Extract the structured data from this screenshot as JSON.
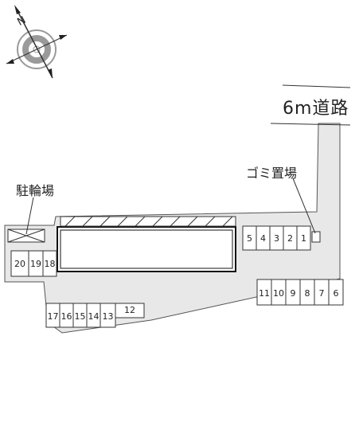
{
  "labels": {
    "road": "6m道路",
    "trash": "ゴミ置場",
    "bicycle": "駐輪場"
  },
  "compass": {
    "north_label": "N"
  },
  "parking_slots": {
    "right_top": [
      "5",
      "4",
      "3",
      "2",
      "1"
    ],
    "right_bottom": [
      "11",
      "10",
      "9",
      "8",
      "7",
      "6"
    ],
    "bottom_left": [
      "17",
      "16",
      "15",
      "14",
      "13",
      "12"
    ],
    "left": [
      "20",
      "19",
      "18"
    ]
  },
  "colors": {
    "lot_fill": "#e8e8e8",
    "line": "#333333",
    "building_border": "#111111",
    "compass_ring": "#9a9a9a"
  }
}
